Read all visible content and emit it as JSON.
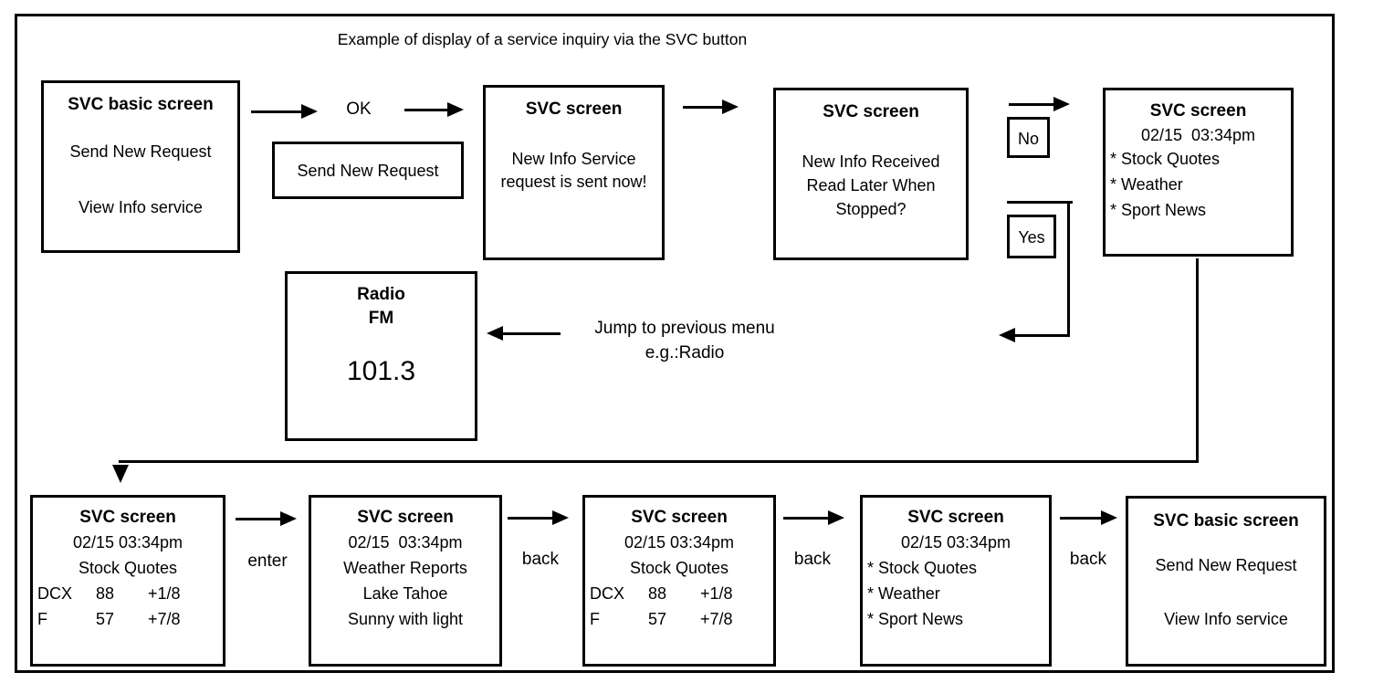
{
  "title": "Example of display of a service inquiry via the SVC button",
  "colors": {
    "ink": "#000000",
    "background": "#ffffff"
  },
  "labels": {
    "ok": "OK",
    "no": "No",
    "yes": "Yes",
    "enter": "enter",
    "back": [
      "back",
      "back",
      "back"
    ],
    "jump_line1": "Jump to previous menu",
    "jump_line2": "e.g.:Radio"
  },
  "boxes": {
    "svc_basic_top": {
      "title": "SVC basic screen",
      "lines": [
        "Send New Request",
        "View Info service"
      ]
    },
    "send_new_request": {
      "label": "Send New Request"
    },
    "svc_sent": {
      "title": "SVC screen",
      "lines": [
        "New Info Service",
        "request is sent now!"
      ]
    },
    "svc_received": {
      "title": "SVC screen",
      "lines": [
        "New Info Received",
        "Read Later When",
        "Stopped?"
      ]
    },
    "svc_menu_top": {
      "title": "SVC screen",
      "datetime": "02/15  03:34pm",
      "items": [
        "* Stock Quotes",
        "* Weather",
        "* Sport News"
      ]
    },
    "radio": {
      "line1": "Radio",
      "line2": "FM",
      "freq": "101.3"
    },
    "svc_stock_1": {
      "title": "SVC screen",
      "datetime": "02/15 03:34pm",
      "heading": "Stock Quotes",
      "rows": [
        [
          "DCX",
          "88",
          "+1/8"
        ],
        [
          "F",
          "57",
          "+7/8"
        ]
      ]
    },
    "svc_weather": {
      "title": "SVC screen",
      "datetime": "02/15  03:34pm",
      "lines": [
        "Weather Reports",
        "Lake Tahoe",
        "Sunny with light"
      ]
    },
    "svc_stock_2": {
      "title": "SVC screen",
      "datetime": "02/15 03:34pm",
      "heading": "Stock Quotes",
      "rows": [
        [
          "DCX",
          "88",
          "+1/8"
        ],
        [
          "F",
          "57",
          "+7/8"
        ]
      ]
    },
    "svc_menu_bottom": {
      "title": "SVC screen",
      "datetime": "02/15 03:34pm",
      "items": [
        "* Stock Quotes",
        "* Weather",
        "* Sport News"
      ]
    },
    "svc_basic_bottom": {
      "title": "SVC basic screen",
      "lines": [
        "Send New Request",
        "View Info service"
      ]
    }
  }
}
